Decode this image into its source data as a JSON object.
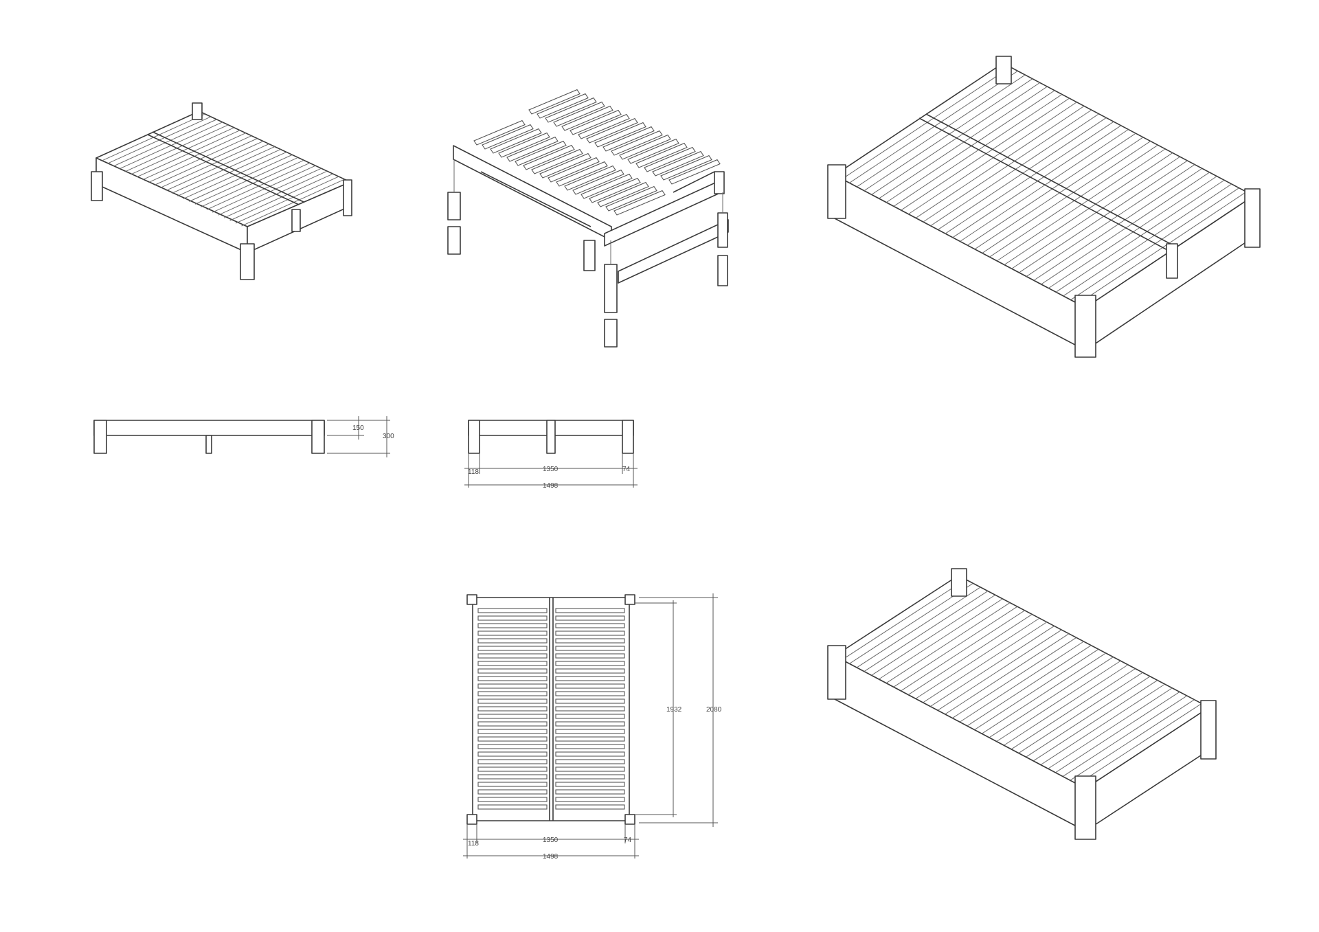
{
  "drawing": {
    "side_elevation": {
      "height_upper": "150",
      "height_total": "300"
    },
    "end_elevation": {
      "left_offset": "118",
      "inner_width": "1350",
      "right_offset": "74",
      "total_width": "1498"
    },
    "plan_view": {
      "left_offset": "118",
      "inner_width": "1350",
      "right_offset": "74",
      "total_width": "1498",
      "inner_length": "1932",
      "total_length": "2080"
    }
  },
  "colors": {
    "line": "#3a3a3a",
    "background": "#ffffff"
  }
}
